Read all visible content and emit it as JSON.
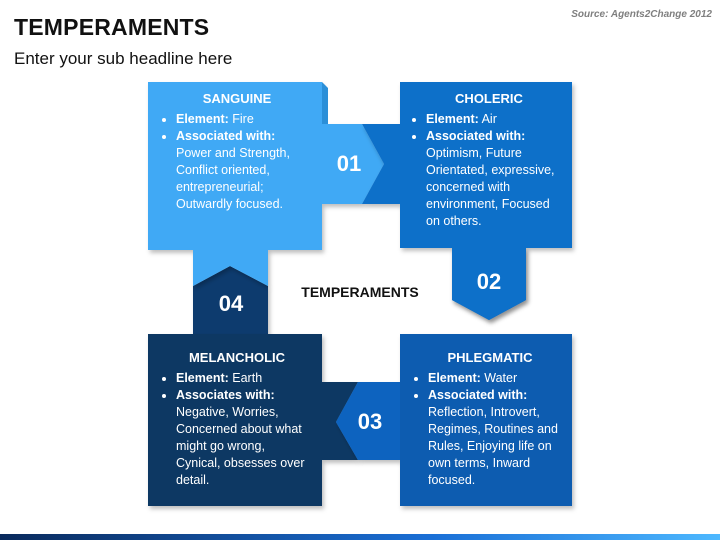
{
  "header": {
    "title": "TEMPERAMENTS",
    "subtitle": "Enter your sub headline here",
    "source": "Source: Agents2Change 2012"
  },
  "center_label": "TEMPERAMENTS",
  "colors": {
    "sanguine": "#3fa9f5",
    "choleric": "#0a6fc9",
    "phlegmatic": "#0b5bb0",
    "melancholic": "#0a3763",
    "connector_dark": "#0b3f7a"
  },
  "cards": {
    "sanguine": {
      "title": "SANGUINE",
      "element_label": "Element:",
      "element_value": " Fire",
      "assoc_label": "Associated with:",
      "assoc_value": "Power and Strength, Conflict oriented, entrepreneurial; Outwardly focused."
    },
    "choleric": {
      "title": "CHOLERIC",
      "element_label": "Element:",
      "element_value": " Air",
      "assoc_label": "Associated with:",
      "assoc_value": "Optimism, Future Orientated, expressive, concerned with environment, Focused on others."
    },
    "melancholic": {
      "title": "MELANCHOLIC",
      "element_label": "Element:",
      "element_value": " Earth",
      "assoc_label": "Associates with:",
      "assoc_value": "Negative, Worries, Concerned about what might go wrong, Cynical, obsesses over detail."
    },
    "phlegmatic": {
      "title": "PHLEGMATIC",
      "element_label": "Element:",
      "element_value": " Water",
      "assoc_label": "Associated with:",
      "assoc_value": "Reflection, Introvert, Regimes, Routines and Rules, Enjoying life on own terms, Inward focused."
    }
  },
  "numbers": {
    "n1": "01",
    "n2": "02",
    "n3": "03",
    "n4": "04"
  }
}
